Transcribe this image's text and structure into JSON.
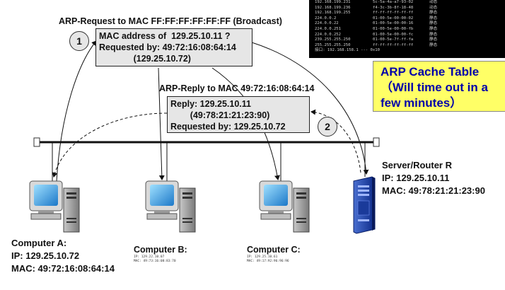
{
  "arp_request_title": "ARP-Request  to MAC FF:FF:FF:FF:FF:FF (Broadcast)",
  "request_box": {
    "line1": "MAC address of  129.25.10.11 ?",
    "line2": "Requested by: 49:72:16:08:64:14",
    "line3": "              (129.25.10.72)"
  },
  "step1": "1",
  "step2": "2",
  "arp_reply_title": "ARP-Reply to MAC 49:72:16:08:64:14",
  "reply_box": {
    "line1": "Reply: 129.25.10.11",
    "line2": "        (49:78:21:21:23:90)",
    "line3": "Requested by: 129.25.10.72"
  },
  "cache_label": {
    "line1": "ARP Cache Table",
    "line2": "（Will time out in a",
    "line3": "few minutes）"
  },
  "cmd_rows": [
    [
      "192.168.199.231",
      "5c-5a-4a-a7-93-02",
      "动态"
    ],
    [
      "192.168.199.236",
      "f4-3c-3b-8f-18-48",
      "动态"
    ],
    [
      "192.168.199.255",
      "ff-ff-ff-ff-ff-ff",
      "静态"
    ],
    [
      "224.0.0.2",
      "01-00-5e-00-00-02",
      "静态"
    ],
    [
      "224.0.0.22",
      "01-00-5e-00-00-16",
      "静态"
    ],
    [
      "224.0.0.251",
      "01-00-5e-00-00-fb",
      "静态"
    ],
    [
      "224.0.0.252",
      "01-00-5e-00-00-fc",
      "静态"
    ],
    [
      "239.255.255.250",
      "01-00-5e-7f-ff-fa",
      "静态"
    ],
    [
      "255.255.255.250",
      "ff-ff-ff-ff-ff-ff",
      "静态"
    ]
  ],
  "cmd_interface": "接口: 192.168.158.1 --- 0x10",
  "computer_a": {
    "name": "Computer A:",
    "ip": "IP: 129.25.10.72",
    "mac": "MAC: 49:72:16:08:64:14"
  },
  "computer_b": {
    "name": "Computer B:",
    "ip": "IP: 129.22.10.07",
    "mac": "MAC: 49:73:16:08:83:70"
  },
  "computer_c": {
    "name": "Computer C:",
    "ip": "IP: 129.25.10.61",
    "mac": "MAC: 49:17:92:96:96:96"
  },
  "server": {
    "name": "Server/Router R",
    "ip": "IP: 129.25.10.11",
    "mac": "MAC: 49:78:21:21:23:90"
  }
}
